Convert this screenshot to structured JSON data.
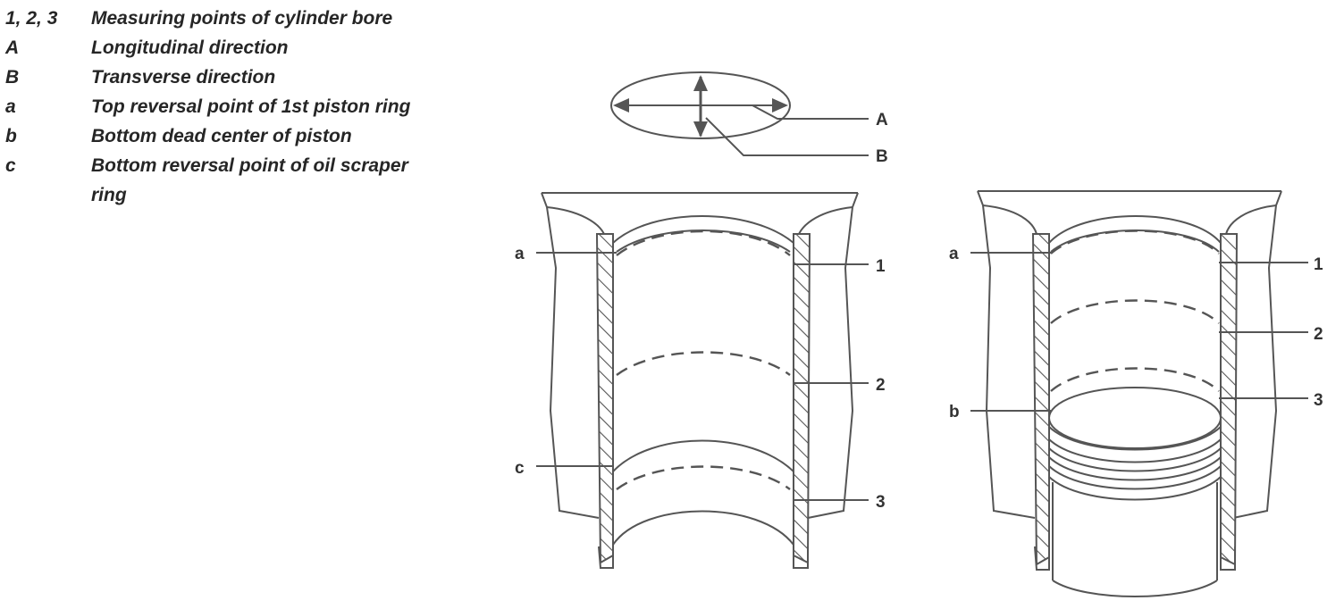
{
  "legend": [
    {
      "key": "1, 2, 3",
      "text": "Measuring points of cylinder bore"
    },
    {
      "key": "A",
      "text": "Longitudinal direction"
    },
    {
      "key": "B",
      "text": "Transverse direction"
    },
    {
      "key": "a",
      "text": "Top reversal point of 1st piston ring"
    },
    {
      "key": "b",
      "text": "Bottom dead center of piston"
    },
    {
      "key": "c",
      "text": "Bottom reversal point of oil scraper ring"
    }
  ],
  "labels": {
    "A": "A",
    "B": "B",
    "a": "a",
    "b": "b",
    "c": "c",
    "p1": "1",
    "p2": "2",
    "p3": "3"
  }
}
